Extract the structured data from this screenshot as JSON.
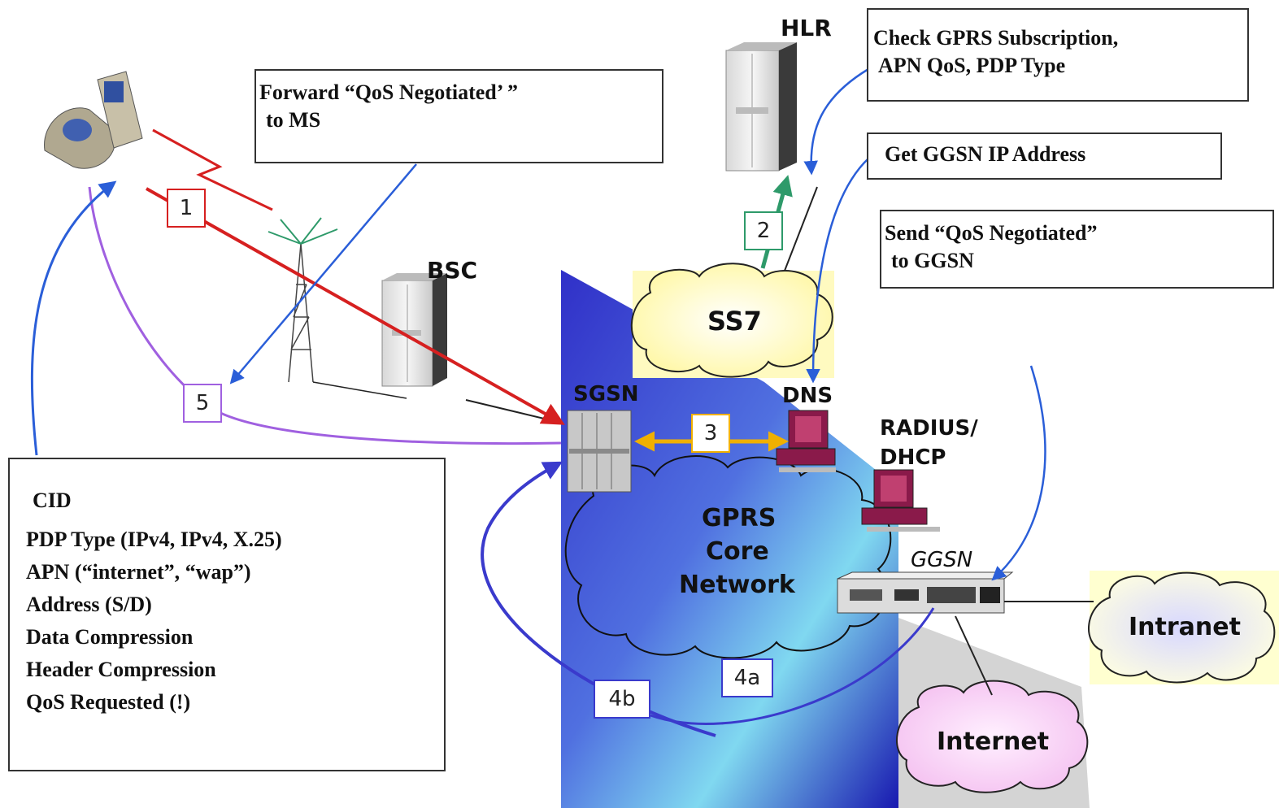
{
  "notes": {
    "forward_qos": [
      "Forward “QoS Negotiated’ ”",
      "to MS"
    ],
    "check_gprs": [
      "Check GPRS Subscription,",
      "APN QoS, PDP Type"
    ],
    "get_ggsn": [
      "Get GGSN IP Address"
    ],
    "send_qos": [
      "Send “QoS Negotiated”",
      "to GGSN"
    ]
  },
  "nodes": {
    "hlr": "HLR",
    "bsc": "BSC",
    "ss7": "SS7",
    "sgsn": "SGSN",
    "dns": "DNS",
    "radius": [
      "RADIUS/",
      "DHCP"
    ],
    "core": [
      "GPRS",
      "Core",
      "Network"
    ],
    "ggsn": "GGSN",
    "intranet": "Intranet",
    "internet": "Internet"
  },
  "steps": {
    "s1": "1",
    "s2": "2",
    "s3": "3",
    "s4a": "4a",
    "s4b": "4b",
    "s5": "5"
  },
  "cid_box": {
    "title": "CID",
    "items": [
      "PDP Type (IPv4, IPv4, X.25)",
      "APN (“internet”, “wap”)",
      "Address (S/D)",
      "Data Compression",
      "Header Compression",
      "QoS Requested (!)"
    ]
  },
  "colors": {
    "step1": "#d62020",
    "step2": "#2e9a6a",
    "step3": "#f0b000",
    "step4": "#3a3acc",
    "step5": "#a060e0",
    "notes_arrow": "#2a5ed8"
  }
}
